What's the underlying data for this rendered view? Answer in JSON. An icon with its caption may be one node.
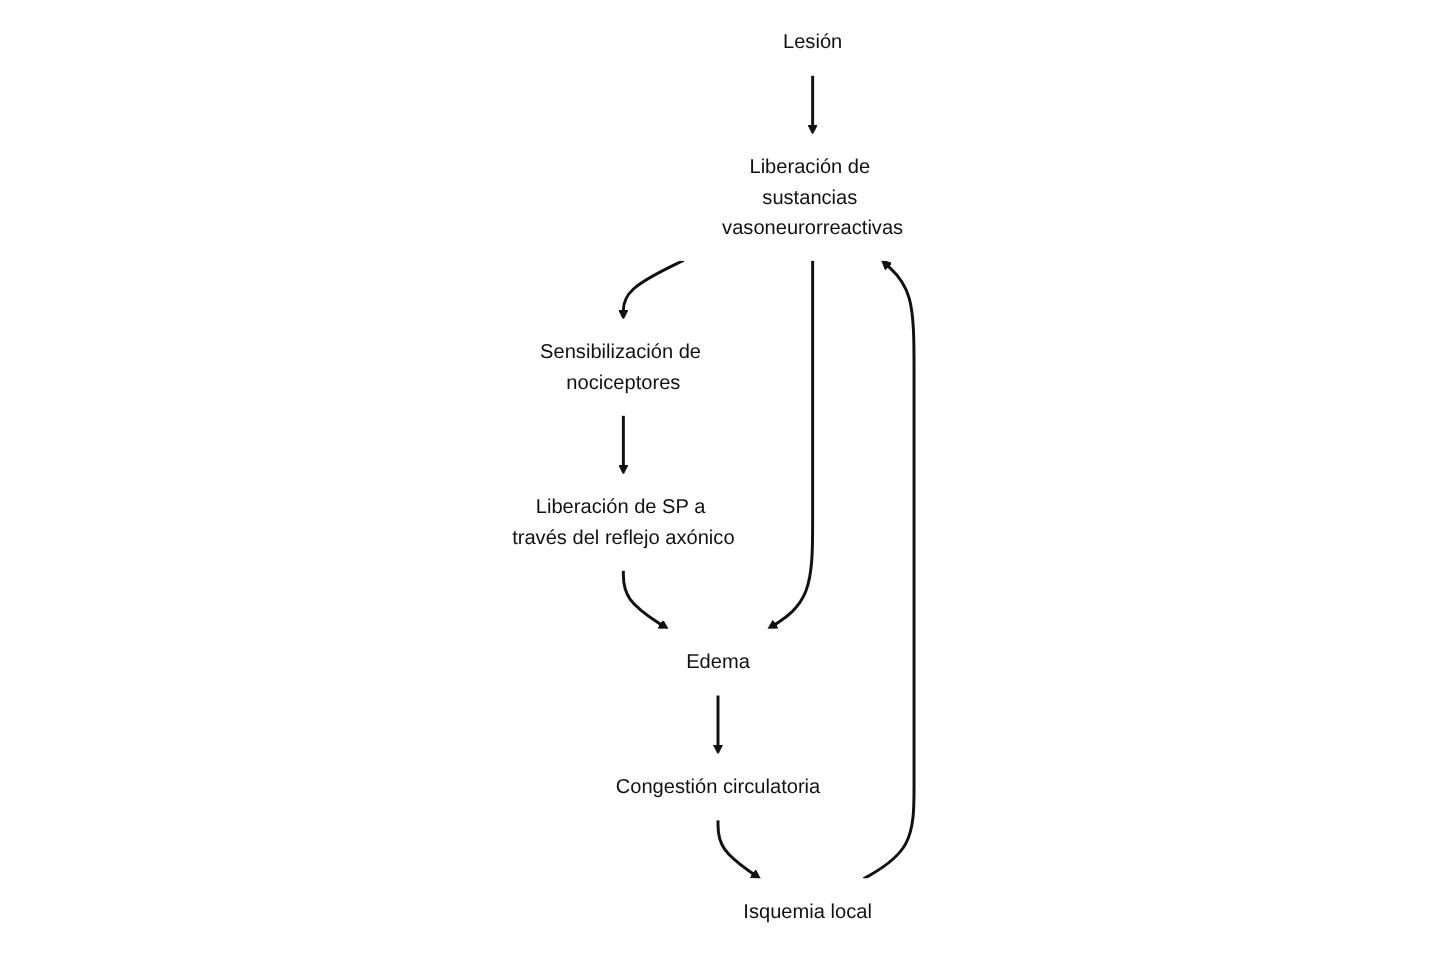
{
  "diagram": {
    "nodes": [
      {
        "text": [
          "Lesión"
        ]
      },
      {
        "text": [
          "Liberación de sustancias vasoneurorreactivas"
        ]
      },
      {
        "text": [
          "Sensibilización de nociceptores"
        ]
      },
      {
        "text": [
          "Liberación de SP a través del reflejo axónico"
        ]
      },
      {
        "text": [
          "Edema"
        ]
      },
      {
        "text": [
          "Congestión circulatoria"
        ]
      },
      {
        "text": [
          "Isquemia local"
        ]
      }
    ],
    "edges": [
      {
        "from": 0,
        "to": 1,
        "arrow": "to"
      },
      {
        "from": 1,
        "to": 2,
        "arrow": "to"
      },
      {
        "from": 2,
        "to": 3,
        "arrow": "to"
      },
      {
        "from": 3,
        "to": 4,
        "arrow": "to"
      },
      {
        "from": 1,
        "to": 4,
        "arrow": "to"
      },
      {
        "from": 4,
        "to": 5,
        "arrow": "to"
      },
      {
        "from": 5,
        "to": 6,
        "arrow": "to"
      },
      {
        "from": 6,
        "to": 1,
        "arrow": "to"
      }
    ]
  }
}
